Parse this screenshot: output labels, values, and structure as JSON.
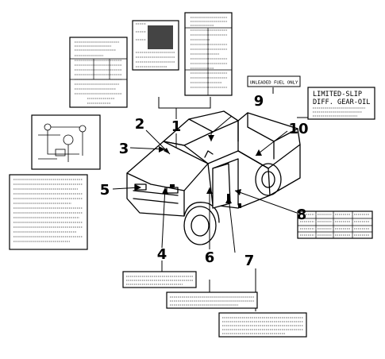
{
  "callouts": [
    "1",
    "2",
    "3",
    "4",
    "5",
    "6",
    "7",
    "8",
    "9",
    "10"
  ],
  "labels": {
    "fuel": "UNLEADED FUEL ONLY",
    "diff_line1": "LIMITED-SLIP",
    "diff_line2": "DIFF. GEAR-OIL"
  },
  "colors": {
    "ink": "#000000",
    "paper": "#ffffff"
  }
}
